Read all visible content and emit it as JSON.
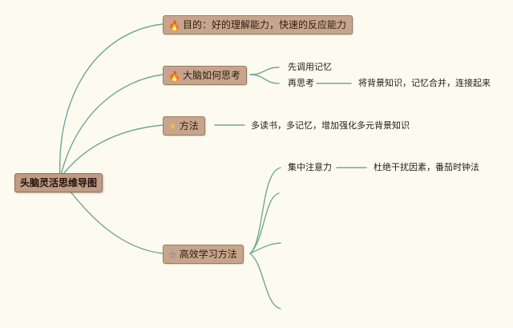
{
  "mindmap": {
    "root": "头脑灵活思维导图",
    "branches": [
      {
        "icon": "fire-icon",
        "label": "目的：好的理解能力，快速的反应能力"
      },
      {
        "icon": "fire-icon",
        "label": "大脑如何思考"
      },
      {
        "icon": "sun-icon",
        "label": "方法"
      },
      {
        "icon": "star-icon",
        "label": "高效学习方法"
      }
    ],
    "leaves": {
      "recall_first": "先调用记忆",
      "rethink": "再思考",
      "rethink_detail": "将背景知识，记忆合并，连接起来",
      "method_detail": "多读书，多记忆，增加强化多元背景知识",
      "focus": "集中注意力",
      "focus_detail": "杜绝干扰因素，番茄时钟法"
    },
    "colors": {
      "branch_line": "#6ea896",
      "node_fill": "#c7a58c",
      "root_fill": "#c19c85"
    }
  }
}
